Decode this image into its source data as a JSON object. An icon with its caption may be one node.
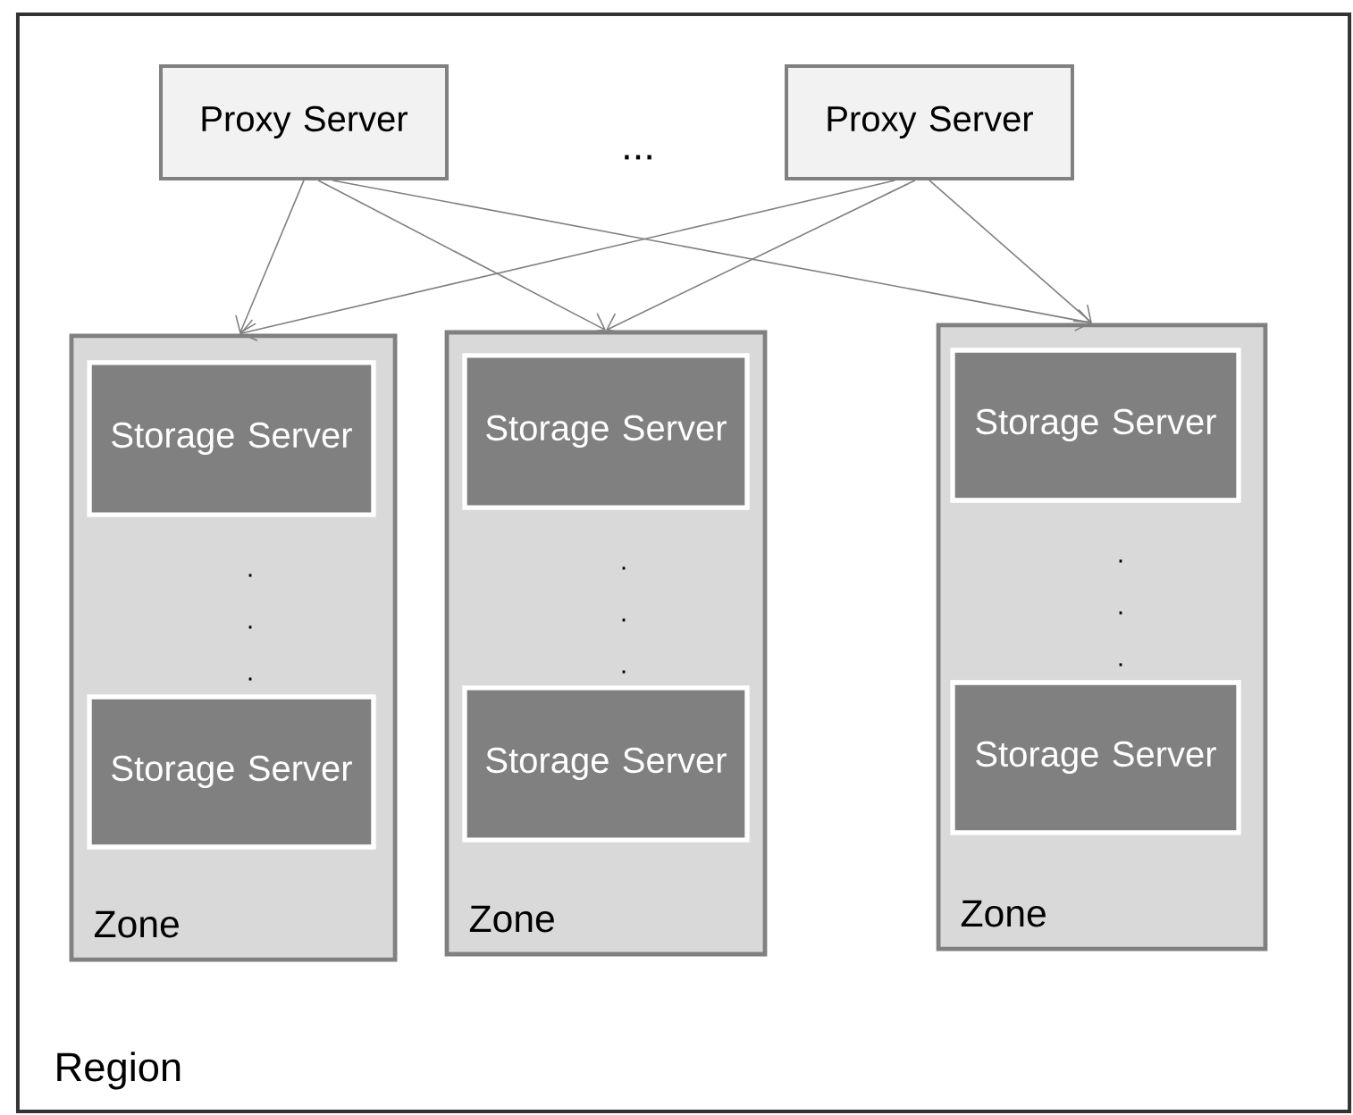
{
  "diagram": {
    "nodes": [
      {
        "text": [
          "Region"
        ]
      },
      {
        "text": [
          "Proxy Server"
        ],
        "in": 0
      },
      {
        "text": [
          "Proxy Server"
        ],
        "in": 0
      },
      {
        "text": [
          "Zone"
        ],
        "in": 0
      },
      {
        "text": [
          "Storage Server"
        ],
        "in": 3
      },
      {
        "text": [
          "Storage Server"
        ],
        "in": 3
      },
      {
        "text": [
          "Zone"
        ],
        "in": 0
      },
      {
        "text": [
          "Storage Server"
        ],
        "in": 6
      },
      {
        "text": [
          "Storage Server"
        ],
        "in": 6
      },
      {
        "text": [
          "Zone"
        ],
        "in": 0
      },
      {
        "text": [
          "Storage Server"
        ],
        "in": 9
      },
      {
        "text": [
          "Storage Server"
        ],
        "in": 9
      }
    ],
    "edges": [
      {
        "from": 1,
        "to": 3,
        "arrow": "to"
      },
      {
        "from": 1,
        "to": 6,
        "arrow": "to"
      },
      {
        "from": 1,
        "to": 9,
        "arrow": "to"
      },
      {
        "from": 2,
        "to": 3,
        "arrow": "to"
      },
      {
        "from": 2,
        "to": 6,
        "arrow": "to"
      },
      {
        "from": 2,
        "to": 9,
        "arrow": "to"
      }
    ],
    "labels": [
      "...",
      ".",
      ".",
      ".",
      ".",
      ".",
      ".",
      ".",
      ".",
      "."
    ]
  }
}
